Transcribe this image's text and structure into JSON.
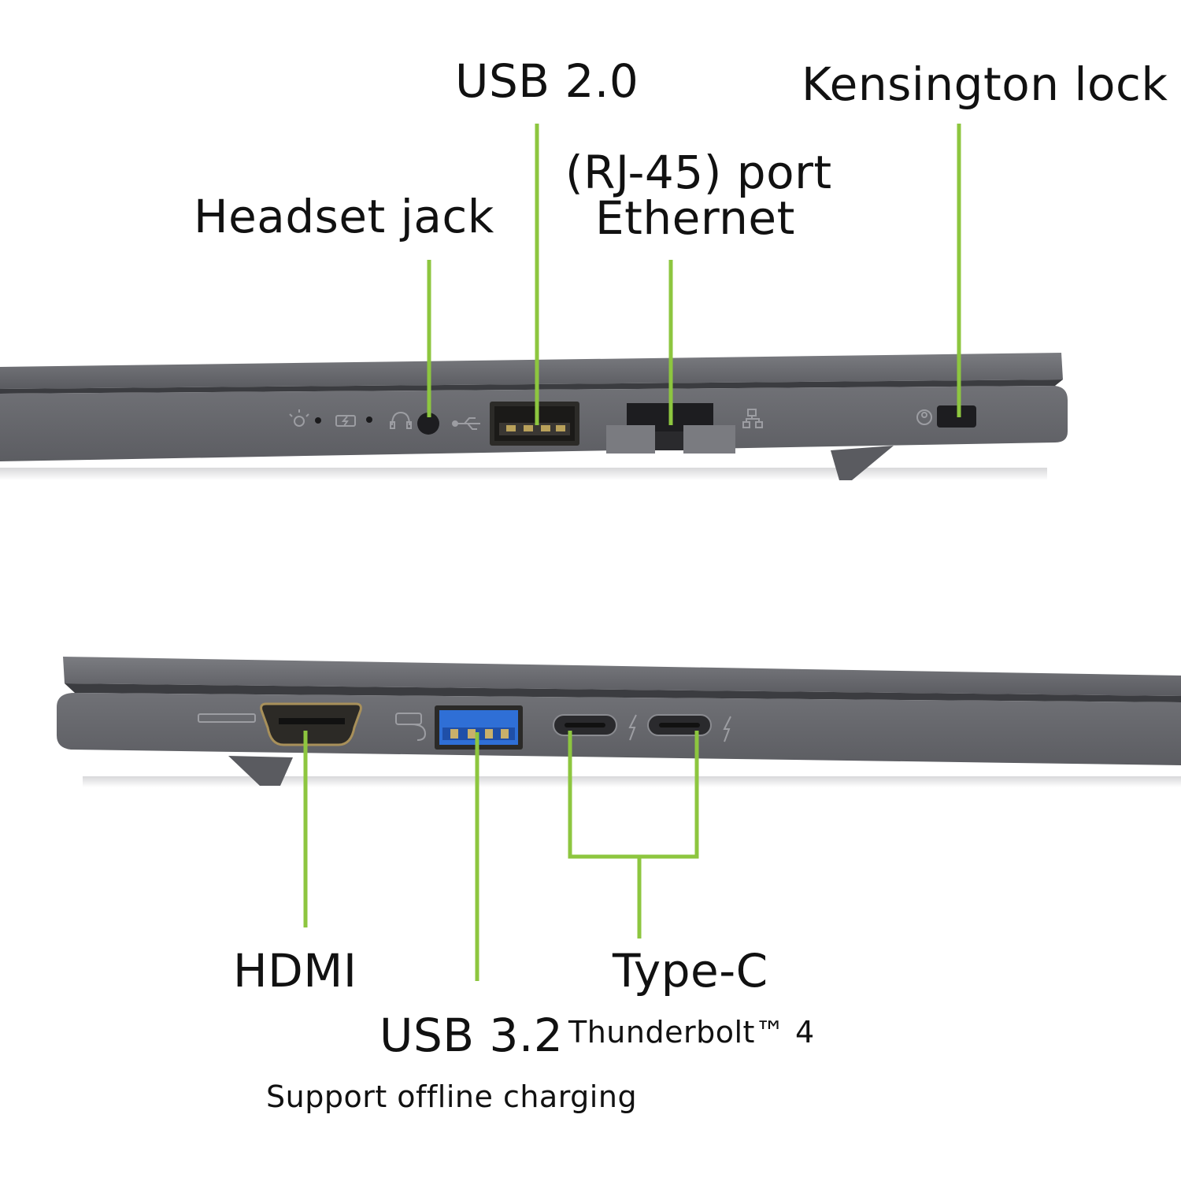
{
  "colors": {
    "callout_line": "#8dc63f",
    "chassis": "#64656a",
    "chassis_dark": "#4f5055",
    "usb3_blue": "#2f6fd6",
    "text": "#111111"
  },
  "top_side": {
    "callouts": {
      "usb2": "USB 2.0",
      "kensington": "Kensington lock",
      "ethernet_line1": "(RJ-45) port",
      "ethernet_line2": "Ethernet",
      "headset": "Headset jack"
    }
  },
  "bottom_side": {
    "callouts": {
      "hdmi": "HDMI",
      "usb3": "USB 3.2",
      "typec": "Type-C",
      "thunderbolt": "Thunderbolt™ 4",
      "offline_charging": "Support offline charging"
    }
  },
  "icons": [
    "power-led-icon",
    "battery-led-icon",
    "headset-icon",
    "usb-icon",
    "network-icon",
    "lock-icon",
    "hdmi-logo-icon",
    "usb-charge-icon",
    "thunderbolt-icon"
  ]
}
